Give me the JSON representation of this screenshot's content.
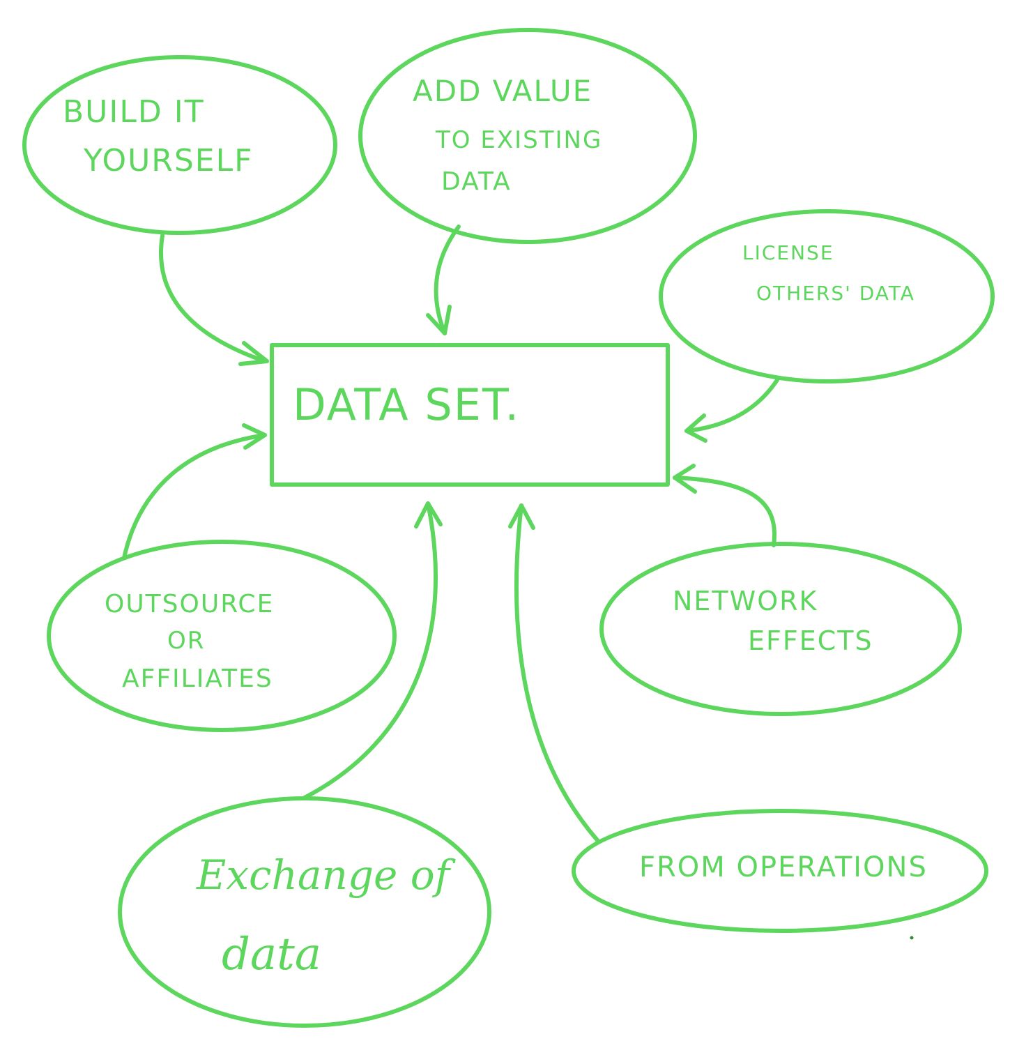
{
  "diagram": {
    "stroke_color": "#5cd65c",
    "text_color": "#5cd65c",
    "center": {
      "line1": "DATA SET."
    },
    "sources": [
      {
        "id": "build",
        "lines": [
          "BUILD IT",
          "YOURSELF"
        ]
      },
      {
        "id": "add-value",
        "lines": [
          "ADD VALUE",
          "TO EXISTING",
          "DATA"
        ]
      },
      {
        "id": "license",
        "lines": [
          "LICENSE",
          "OTHERS' DATA"
        ]
      },
      {
        "id": "outsource",
        "lines": [
          "OUTSOURCE",
          "OR",
          "AFFILIATES"
        ]
      },
      {
        "id": "network",
        "lines": [
          "NETWORK",
          "EFFECTS"
        ]
      },
      {
        "id": "exchange",
        "lines": [
          "Exchange of",
          "data"
        ]
      },
      {
        "id": "operations",
        "lines": [
          "FROM OPERATIONS"
        ]
      }
    ]
  }
}
